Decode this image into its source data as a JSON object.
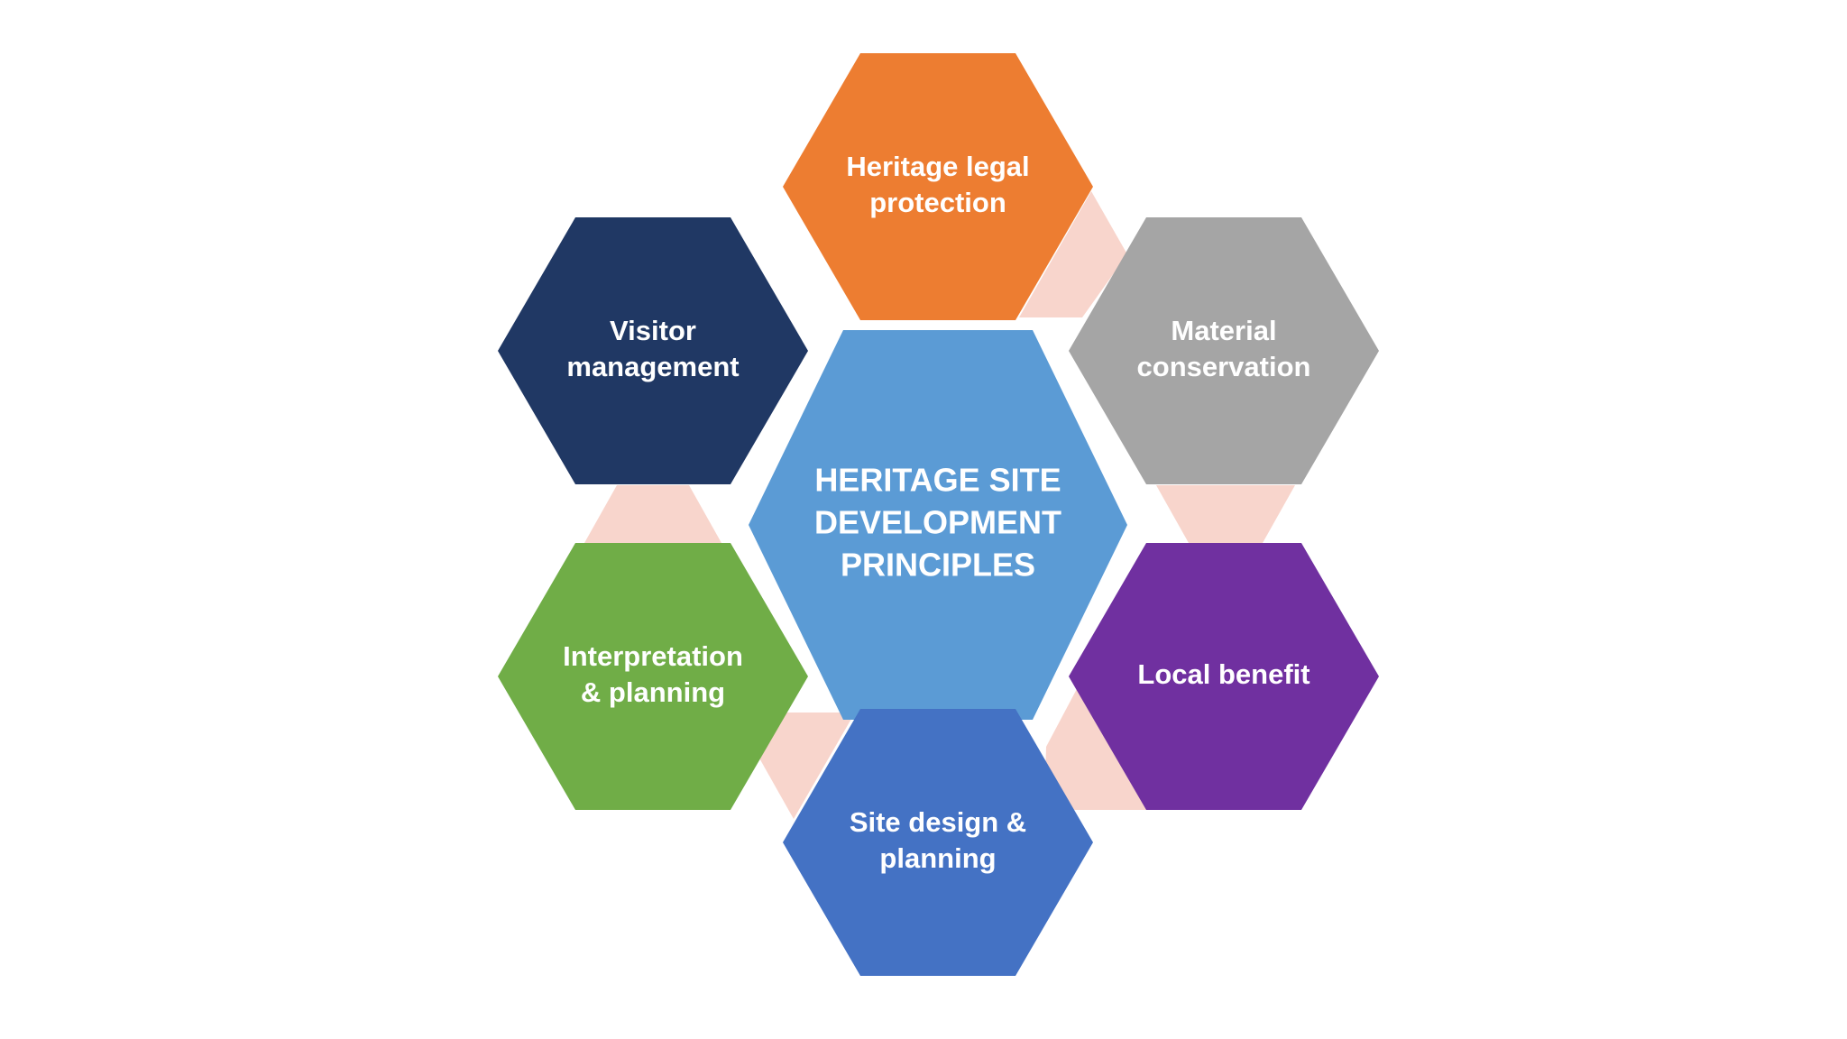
{
  "diagram": {
    "center": {
      "lines": [
        "HERITAGE SITE",
        "DEVELOPMENT",
        "PRINCIPLES"
      ],
      "color": "#5B9BD5"
    },
    "nodes": [
      {
        "id": "heritage-legal-protection",
        "lines": [
          "Heritage legal",
          "protection"
        ],
        "color": "#ED7D31"
      },
      {
        "id": "material-conservation",
        "lines": [
          "Material",
          "conservation"
        ],
        "color": "#A5A5A5"
      },
      {
        "id": "local-benefit",
        "lines": [
          "Local benefit"
        ],
        "color": "#7030A0"
      },
      {
        "id": "site-design-planning",
        "lines": [
          "Site design &",
          "planning"
        ],
        "color": "#4472C4"
      },
      {
        "id": "interpretation-planning",
        "lines": [
          "Interpretation",
          "& planning"
        ],
        "color": "#70AD47"
      },
      {
        "id": "visitor-management",
        "lines": [
          "Visitor",
          "management"
        ],
        "color": "#203864"
      }
    ],
    "connector_color": "#F8D5CC"
  }
}
